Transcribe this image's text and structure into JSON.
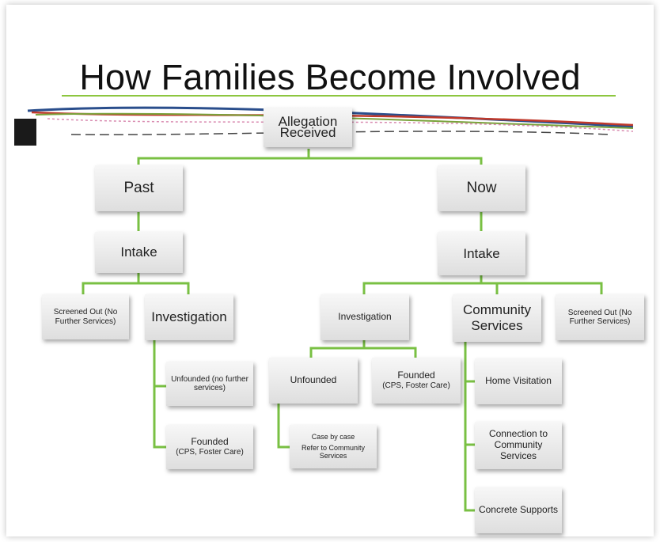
{
  "title": "How Families Become Involved",
  "nodes": {
    "allegation_line1": "Allegation",
    "allegation_line2": "Received",
    "past": "Past",
    "now": "Now",
    "past_intake": "Intake",
    "now_intake": "Intake",
    "past_screened_out": "Screened Out (No Further Services)",
    "past_investigation": "Investigation",
    "past_unfounded": "Unfounded (no further services)",
    "past_founded_line1": "Founded",
    "past_founded_line2": "(CPS, Foster Care)",
    "now_investigation": "Investigation",
    "community_services": "Community Services",
    "now_screened_out": "Screened Out (No Further Services)",
    "now_unfounded": "Unfounded",
    "now_founded_line1": "Founded",
    "now_founded_line2": "(CPS, Foster Care)",
    "case_line1": "Case by case",
    "case_line2": "Refer to Community Services",
    "home_visitation": "Home Visitation",
    "connection": "Connection to Community Services",
    "concrete_supports": "Concrete Supports"
  },
  "colors": {
    "connector": "#79c043",
    "title_underline": "#8dc63f"
  }
}
